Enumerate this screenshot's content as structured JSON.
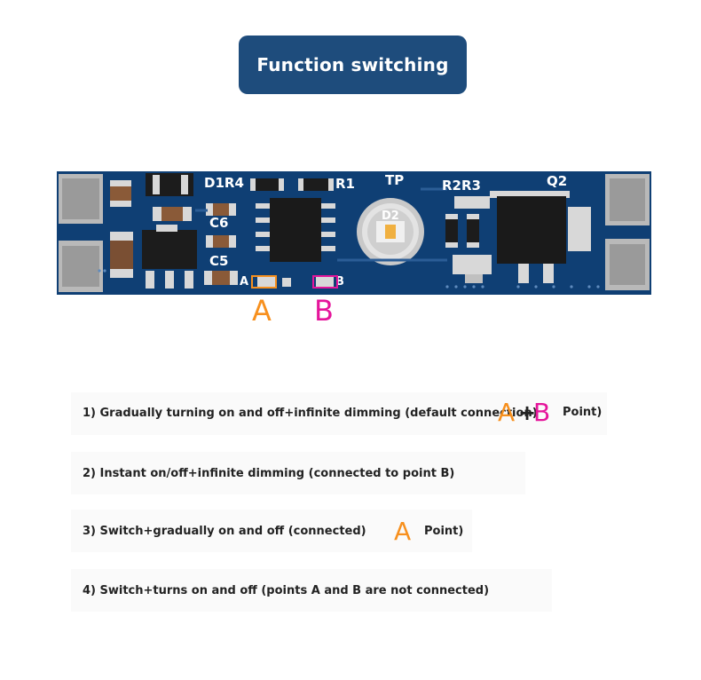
{
  "header": {
    "title": "Function switching"
  },
  "board": {
    "labels": {
      "d1r4": "D1R4",
      "c6": "C6",
      "c5": "C5",
      "r1": "R1",
      "tp": "TP",
      "r2r3": "R2R3",
      "q2": "Q2",
      "d2": "D2",
      "silk_a": "A",
      "silk_b": "B"
    },
    "marker_a": "A",
    "marker_b": "B"
  },
  "modes": [
    {
      "text": "1) Gradually turning on and off+infinite dimming (default connection)",
      "letter_a": "A",
      "plus": "+",
      "letter_b": "B",
      "suffix": "Point)"
    },
    {
      "text": "2) Instant on/off+infinite dimming (connected to point B)"
    },
    {
      "text": "3) Switch+gradually on and off (connected)",
      "letter_a": "A",
      "suffix": "Point)"
    },
    {
      "text": "4) Switch+turns on and off (points A and B are not connected)"
    }
  ],
  "colors": {
    "accent_a": "#f7901e",
    "accent_b": "#e5159b",
    "badge": "#1e4c7c",
    "pcb": "#0f3f74"
  }
}
